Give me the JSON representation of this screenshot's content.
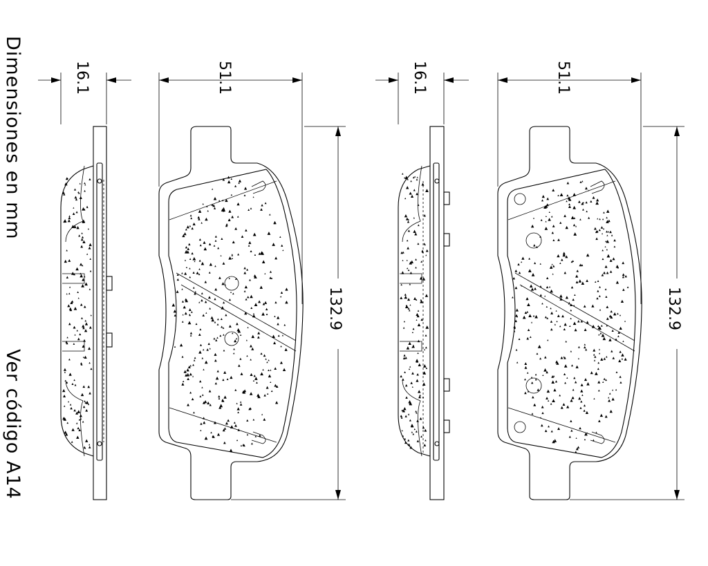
{
  "notes": {
    "units_label": "Dimensiones en mm",
    "code_label": "Ver código A14"
  },
  "views": [
    {
      "thickness": "16.1",
      "width": "51.1",
      "height": "132.9"
    },
    {
      "thickness": "16.1",
      "width": "51.1",
      "height": "132.9"
    }
  ]
}
